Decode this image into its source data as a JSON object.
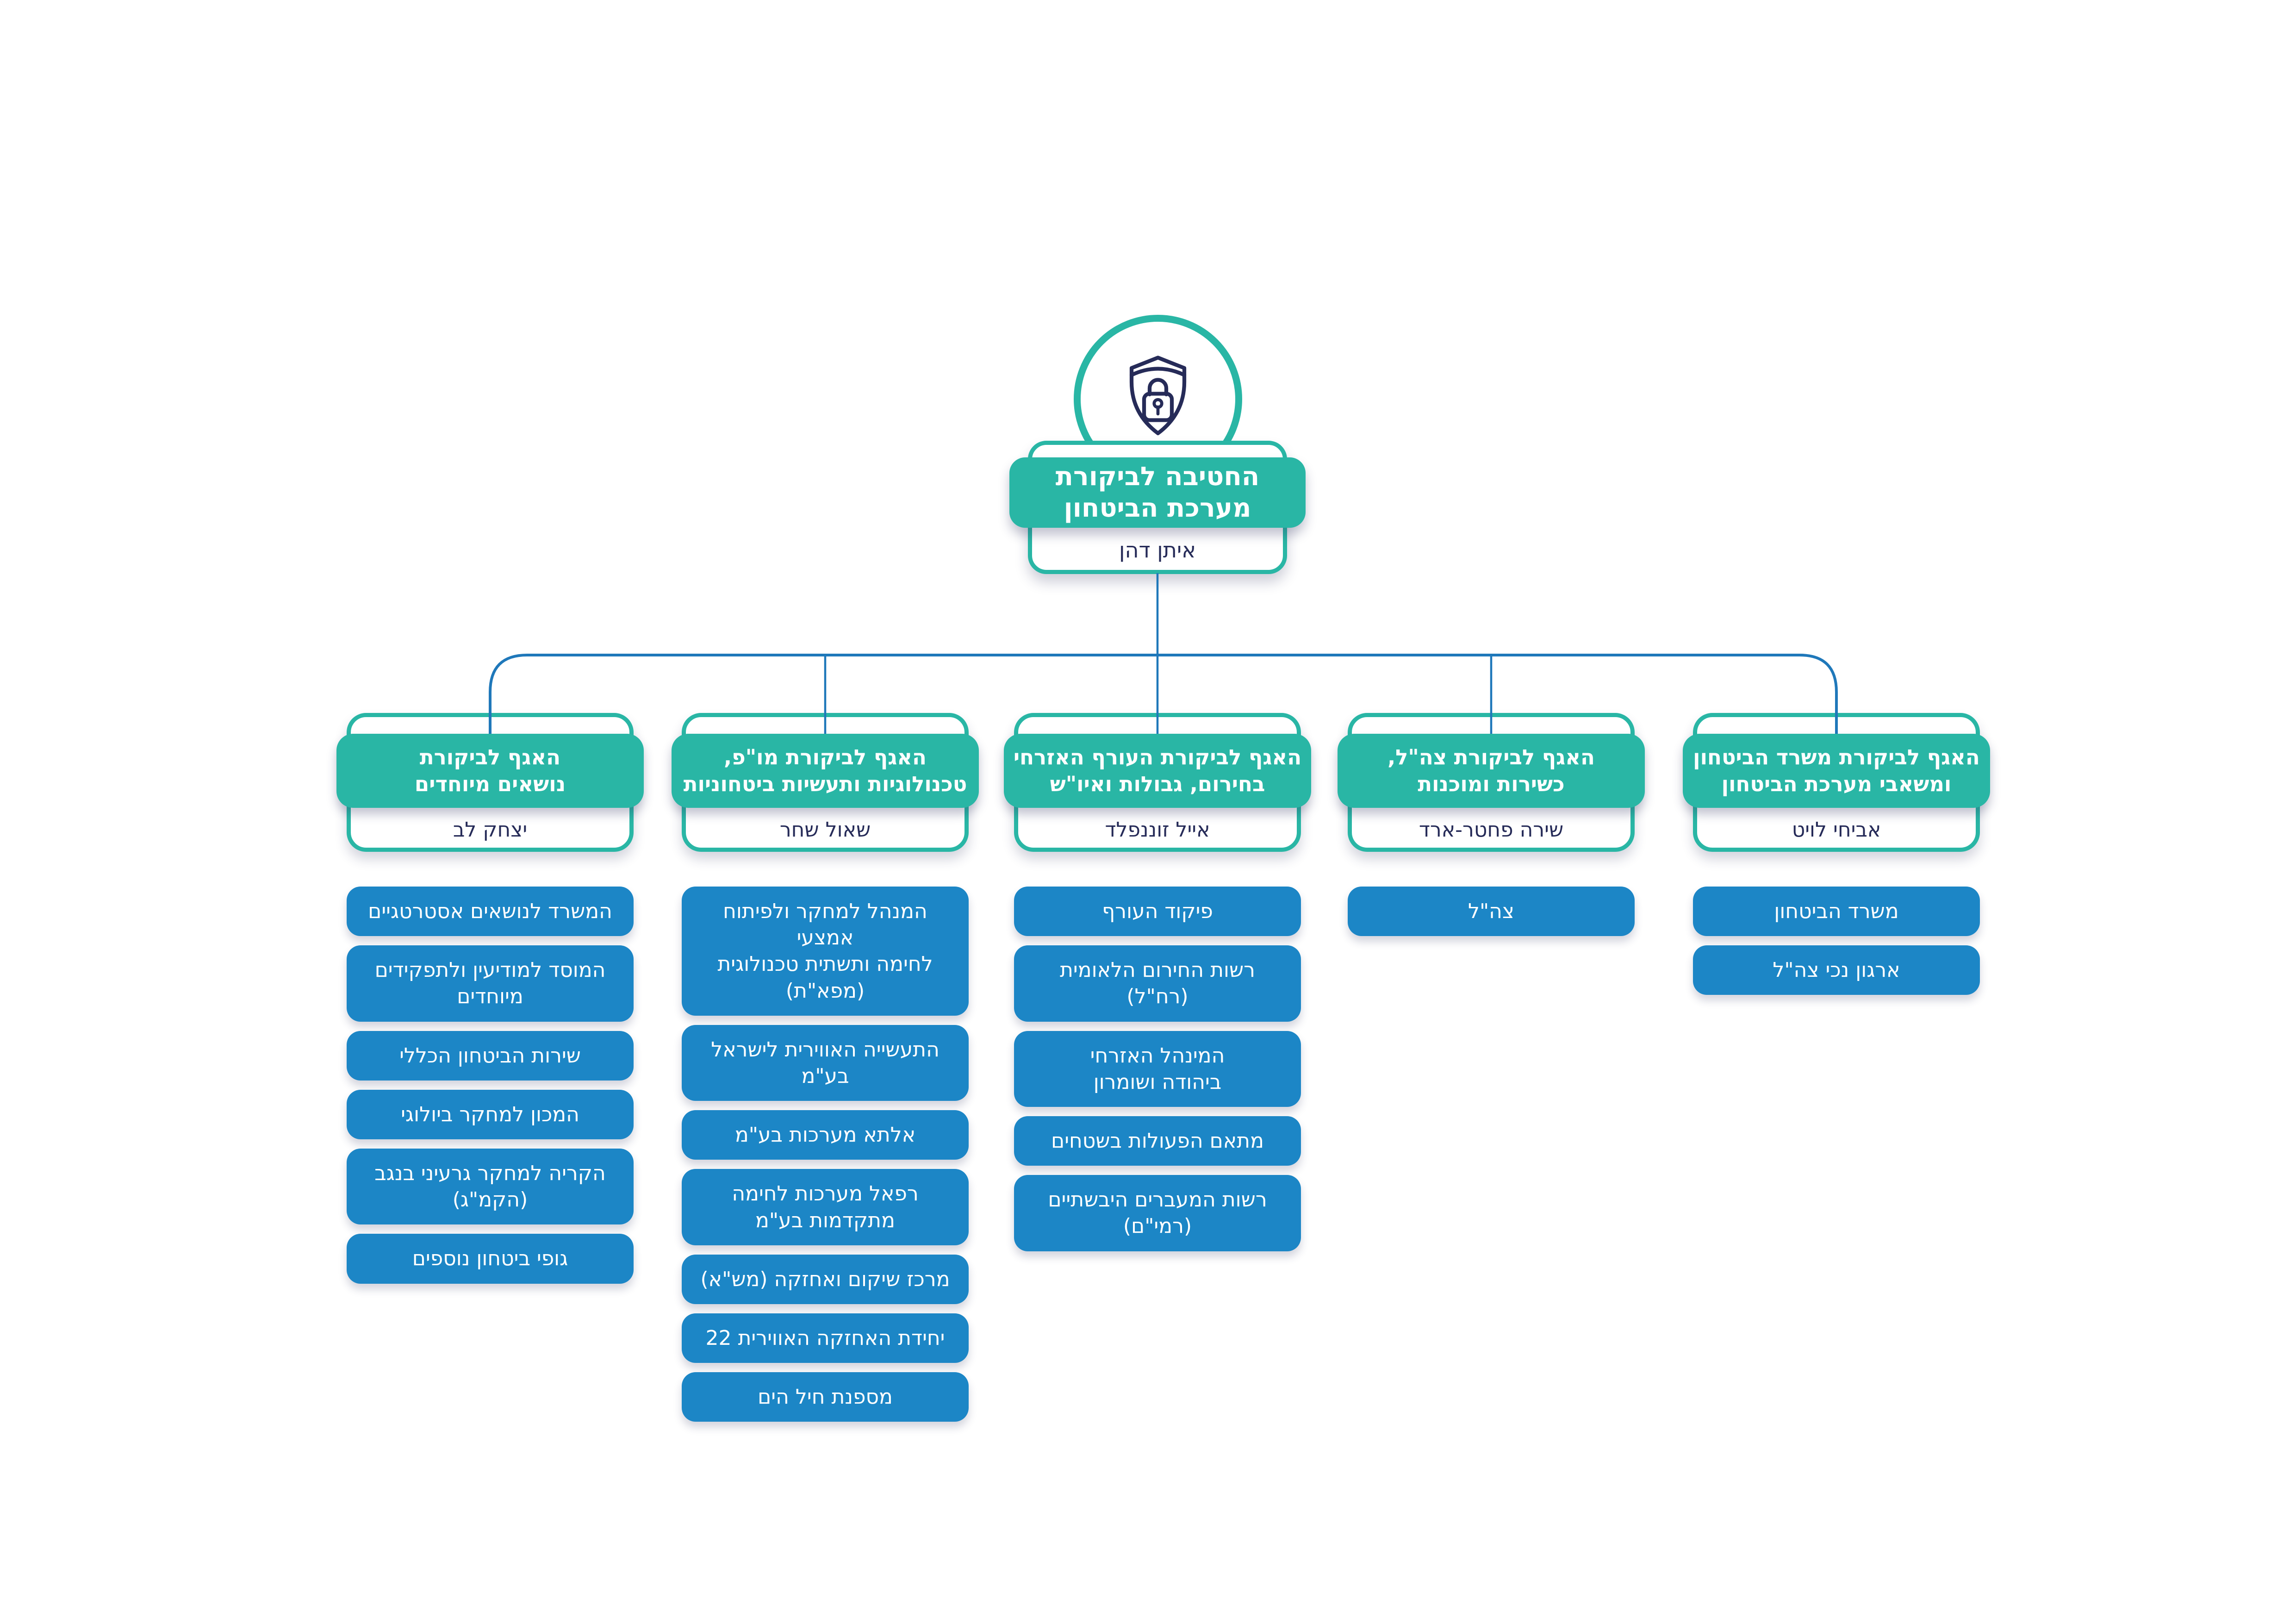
{
  "colors": {
    "teal": "#29b6a5",
    "blue": "#1c86c6",
    "navy": "#262b58",
    "connector": "#1f78ba",
    "background": "#ffffff"
  },
  "root": {
    "icon": "shield-lock-icon",
    "title": "החטיבה לביקורת\nמערכת הביטחון",
    "name": "איתן דהן"
  },
  "departments": [
    {
      "id": "mod-and-defense-resources",
      "title": "האגף לביקורת משרד הביטחון\nומשאבי מערכת הביטחון",
      "name": "אביחי לויט",
      "units": [
        "משרד הביטחון",
        "ארגון נכי צה\"ל"
      ]
    },
    {
      "id": "idf-fitness-readiness",
      "title": "האגף לביקורת צה\"ל,\nכשירות ומוכנות",
      "name": "שירה פחטר-ארד",
      "units": [
        "צה\"ל"
      ]
    },
    {
      "id": "civilian-home-front-borders",
      "title": "האגף לביקורת העורף האזרחי\nבחירום, גבולות ואיו\"ש",
      "name": "אייל זוננפלד",
      "units": [
        "פיקוד העורף",
        "רשות החירום הלאומית\n(רח\"ל)",
        "המינהל האזרחי\nביהודה ושומרון",
        "מתאם הפעולות בשטחים",
        "רשות המעברים היבשתיים\n(רמי\"ם)"
      ]
    },
    {
      "id": "rnd-tech-defense-industries",
      "title": "האגף לביקורת מו\"פ,\nטכנולוגיות ותעשיות ביטחוניות",
      "name": "שאול שחר",
      "units": [
        "המנהל למחקר ולפיתוח אמצעי\nלחימה ותשתית טכנולוגית\n(מפא\"ת)",
        "התעשייה האווירית לישראל\nבע\"מ",
        "אלתא מערכות בע\"מ",
        "רפאל מערכות לחימה\nמתקדמות בע\"מ",
        "מרכז שיקום ואחזקה (מש\"א)",
        "יחידת האחזקה האווירית 22",
        "מספנת חיל הים"
      ]
    },
    {
      "id": "special-subjects",
      "title": "האגף לביקורת\nנושאים מיוחדים",
      "name": "יצחק לב",
      "units": [
        "המשרד לנושאים אסטרטגיים",
        "המוסד למודיעין ולתפקידים\nמיוחדים",
        "שירות הביטחון הכללי",
        "המכון למחקר ביולוגי",
        "הקריה למחקר גרעיני בנגב\n(הקמ\"ג)",
        "גופי ביטחון נוספים"
      ]
    }
  ]
}
